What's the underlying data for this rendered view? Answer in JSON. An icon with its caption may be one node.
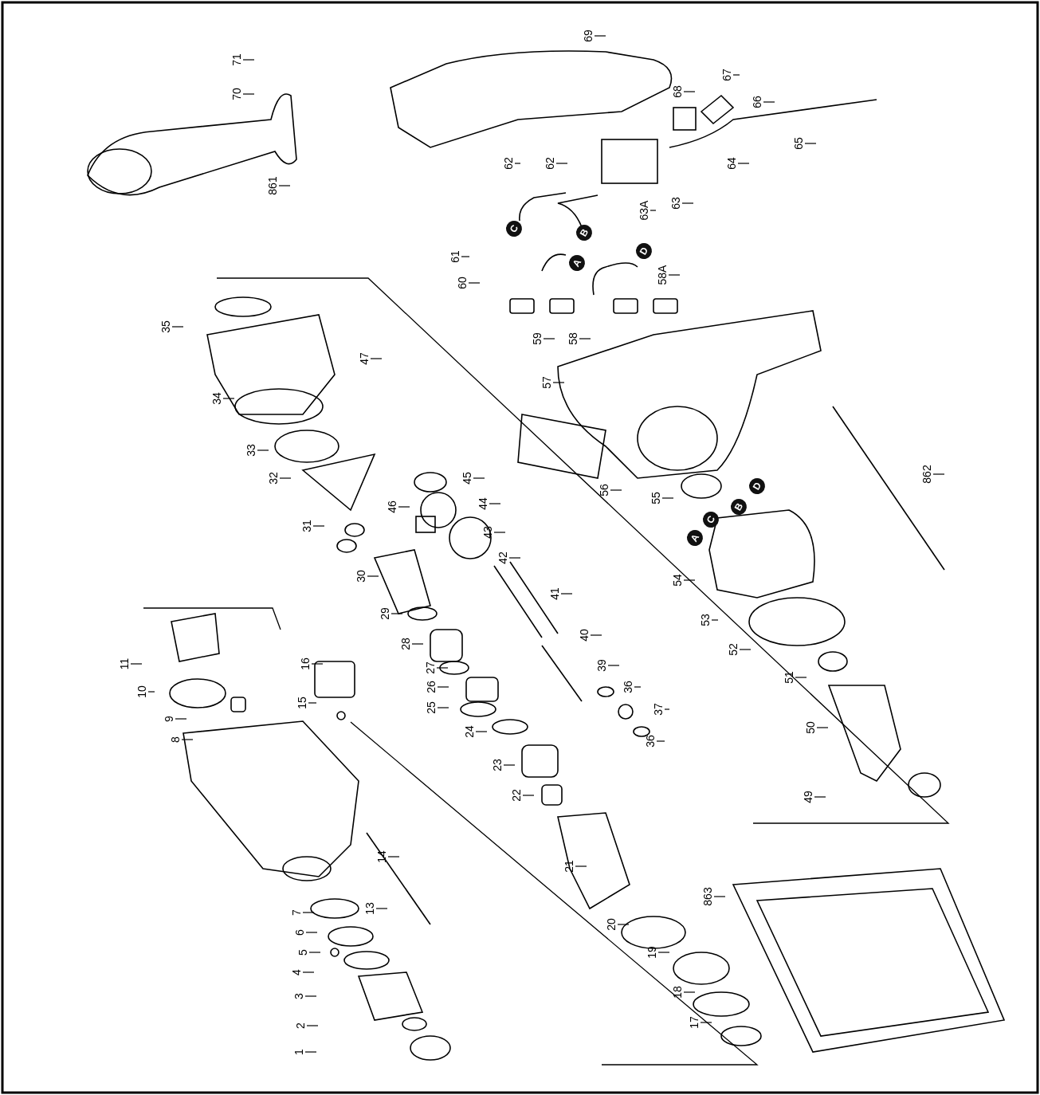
{
  "diagram": {
    "nodes": [
      {
        "text": [
          "71"
        ]
      },
      {
        "text": [
          "70"
        ]
      },
      {
        "text": [
          "69"
        ]
      },
      {
        "text": [
          "67"
        ]
      },
      {
        "text": [
          "66"
        ]
      },
      {
        "text": [
          "68"
        ]
      },
      {
        "text": [
          "65"
        ]
      },
      {
        "text": [
          "64"
        ]
      },
      {
        "text": [
          "63"
        ]
      },
      {
        "text": [
          "63A"
        ]
      },
      {
        "text": [
          "62"
        ]
      },
      {
        "text": [
          "62"
        ]
      },
      {
        "text": [
          "861"
        ]
      },
      {
        "text": [
          "61"
        ]
      },
      {
        "text": [
          "60"
        ]
      },
      {
        "text": [
          "58A"
        ]
      },
      {
        "text": [
          "59"
        ]
      },
      {
        "text": [
          "58"
        ]
      },
      {
        "text": [
          "57"
        ]
      },
      {
        "text": [
          "56"
        ]
      },
      {
        "text": [
          "55"
        ]
      },
      {
        "text": [
          "862"
        ]
      },
      {
        "text": [
          "35"
        ]
      },
      {
        "text": [
          "47"
        ]
      },
      {
        "text": [
          "34"
        ]
      },
      {
        "text": [
          "33"
        ]
      },
      {
        "text": [
          "32"
        ]
      },
      {
        "text": [
          "45"
        ]
      },
      {
        "text": [
          "44"
        ]
      },
      {
        "text": [
          "31"
        ]
      },
      {
        "text": [
          "46"
        ]
      },
      {
        "text": [
          "43"
        ]
      },
      {
        "text": [
          "42"
        ]
      },
      {
        "text": [
          "30"
        ]
      },
      {
        "text": [
          "41"
        ]
      },
      {
        "text": [
          "54"
        ]
      },
      {
        "text": [
          "29"
        ]
      },
      {
        "text": [
          "40"
        ]
      },
      {
        "text": [
          "53"
        ]
      },
      {
        "text": [
          "52"
        ]
      },
      {
        "text": [
          "28"
        ]
      },
      {
        "text": [
          "11"
        ]
      },
      {
        "text": [
          "16"
        ]
      },
      {
        "text": [
          "27"
        ]
      },
      {
        "text": [
          "39"
        ]
      },
      {
        "text": [
          "51"
        ]
      },
      {
        "text": [
          "10"
        ]
      },
      {
        "text": [
          "15"
        ]
      },
      {
        "text": [
          "26"
        ]
      },
      {
        "text": [
          "36"
        ]
      },
      {
        "text": [
          "25"
        ]
      },
      {
        "text": [
          "37"
        ]
      },
      {
        "text": [
          "9"
        ]
      },
      {
        "text": [
          "24"
        ]
      },
      {
        "text": [
          "36"
        ]
      },
      {
        "text": [
          "50"
        ]
      },
      {
        "text": [
          "8"
        ]
      },
      {
        "text": [
          "23"
        ]
      },
      {
        "text": [
          "22"
        ]
      },
      {
        "text": [
          "49"
        ]
      },
      {
        "text": [
          "14"
        ]
      },
      {
        "text": [
          "21"
        ]
      },
      {
        "text": [
          "863"
        ]
      },
      {
        "text": [
          "13"
        ]
      },
      {
        "text": [
          "20"
        ]
      },
      {
        "text": [
          "7"
        ]
      },
      {
        "text": [
          "6"
        ]
      },
      {
        "text": [
          "5"
        ]
      },
      {
        "text": [
          "4"
        ]
      },
      {
        "text": [
          "19"
        ]
      },
      {
        "text": [
          "3"
        ]
      },
      {
        "text": [
          "18"
        ]
      },
      {
        "text": [
          "2"
        ]
      },
      {
        "text": [
          "17"
        ]
      },
      {
        "text": [
          "1"
        ]
      },
      {
        "text": [
          "C"
        ]
      },
      {
        "text": [
          "B"
        ]
      },
      {
        "text": [
          "D"
        ]
      },
      {
        "text": [
          "A"
        ]
      },
      {
        "text": [
          "D"
        ]
      },
      {
        "text": [
          "B"
        ]
      },
      {
        "text": [
          "C"
        ]
      },
      {
        "text": [
          "A"
        ]
      }
    ],
    "edges": [
      {
        "from": 0,
        "to": null,
        "arrow": "none"
      },
      {
        "from": 1,
        "to": null,
        "arrow": "none"
      },
      {
        "from": 2,
        "to": null,
        "arrow": "none"
      },
      {
        "from": 3,
        "to": null,
        "arrow": "none"
      },
      {
        "from": 4,
        "to": null,
        "arrow": "none"
      },
      {
        "from": 5,
        "to": null,
        "arrow": "none"
      },
      {
        "from": 6,
        "to": null,
        "arrow": "none"
      },
      {
        "from": 7,
        "to": null,
        "arrow": "none"
      },
      {
        "from": 8,
        "to": null,
        "arrow": "none"
      },
      {
        "from": 9,
        "to": null,
        "arrow": "none"
      },
      {
        "from": 10,
        "to": null,
        "arrow": "none"
      },
      {
        "from": 11,
        "to": null,
        "arrow": "none"
      },
      {
        "from": 12,
        "to": null,
        "arrow": "none"
      },
      {
        "from": 13,
        "to": null,
        "arrow": "none"
      },
      {
        "from": 14,
        "to": null,
        "arrow": "none"
      },
      {
        "from": 15,
        "to": null,
        "arrow": "none"
      },
      {
        "from": 16,
        "to": null,
        "arrow": "none"
      },
      {
        "from": 17,
        "to": null,
        "arrow": "none"
      },
      {
        "from": 18,
        "to": null,
        "arrow": "none"
      },
      {
        "from": 19,
        "to": null,
        "arrow": "none"
      },
      {
        "from": 20,
        "to": null,
        "arrow": "none"
      },
      {
        "from": 21,
        "to": null,
        "arrow": "none"
      },
      {
        "from": 22,
        "to": null,
        "arrow": "none"
      },
      {
        "from": 23,
        "to": null,
        "arrow": "none"
      },
      {
        "from": 24,
        "to": null,
        "arrow": "none"
      },
      {
        "from": 25,
        "to": null,
        "arrow": "none"
      },
      {
        "from": 26,
        "to": null,
        "arrow": "none"
      },
      {
        "from": 27,
        "to": null,
        "arrow": "none"
      },
      {
        "from": 28,
        "to": null,
        "arrow": "none"
      },
      {
        "from": 29,
        "to": null,
        "arrow": "none"
      },
      {
        "from": 30,
        "to": null,
        "arrow": "none"
      },
      {
        "from": 31,
        "to": null,
        "arrow": "none"
      },
      {
        "from": 32,
        "to": null,
        "arrow": "none"
      },
      {
        "from": 33,
        "to": null,
        "arrow": "none"
      },
      {
        "from": 34,
        "to": null,
        "arrow": "none"
      },
      {
        "from": 35,
        "to": null,
        "arrow": "none"
      },
      {
        "from": 36,
        "to": null,
        "arrow": "none"
      },
      {
        "from": 37,
        "to": null,
        "arrow": "none"
      },
      {
        "from": 38,
        "to": null,
        "arrow": "none"
      },
      {
        "from": 39,
        "to": null,
        "arrow": "none"
      },
      {
        "from": 40,
        "to": null,
        "arrow": "none"
      },
      {
        "from": 41,
        "to": null,
        "arrow": "none"
      },
      {
        "from": 42,
        "to": null,
        "arrow": "none"
      },
      {
        "from": 43,
        "to": null,
        "arrow": "none"
      },
      {
        "from": 44,
        "to": null,
        "arrow": "none"
      },
      {
        "from": 45,
        "to": null,
        "arrow": "none"
      },
      {
        "from": 46,
        "to": null,
        "arrow": "none"
      },
      {
        "from": 47,
        "to": null,
        "arrow": "none"
      },
      {
        "from": 48,
        "to": null,
        "arrow": "none"
      },
      {
        "from": 49,
        "to": null,
        "arrow": "none"
      },
      {
        "from": 50,
        "to": null,
        "arrow": "none"
      },
      {
        "from": 51,
        "to": null,
        "arrow": "none"
      },
      {
        "from": 52,
        "to": null,
        "arrow": "none"
      },
      {
        "from": 53,
        "to": null,
        "arrow": "none"
      },
      {
        "from": 54,
        "to": null,
        "arrow": "none"
      },
      {
        "from": 55,
        "to": null,
        "arrow": "none"
      },
      {
        "from": 56,
        "to": null,
        "arrow": "none"
      },
      {
        "from": 57,
        "to": null,
        "arrow": "none"
      },
      {
        "from": 58,
        "to": null,
        "arrow": "none"
      },
      {
        "from": 59,
        "to": null,
        "arrow": "none"
      },
      {
        "from": 60,
        "to": null,
        "arrow": "none"
      },
      {
        "from": 61,
        "to": null,
        "arrow": "none"
      },
      {
        "from": 62,
        "to": null,
        "arrow": "none"
      },
      {
        "from": 63,
        "to": null,
        "arrow": "none"
      },
      {
        "from": 64,
        "to": null,
        "arrow": "none"
      },
      {
        "from": 65,
        "to": null,
        "arrow": "none"
      },
      {
        "from": 66,
        "to": null,
        "arrow": "none"
      },
      {
        "from": 67,
        "to": null,
        "arrow": "none"
      },
      {
        "from": 68,
        "to": null,
        "arrow": "none"
      },
      {
        "from": 69,
        "to": null,
        "arrow": "none"
      },
      {
        "from": 70,
        "to": null,
        "arrow": "none"
      },
      {
        "from": 71,
        "to": null,
        "arrow": "none"
      },
      {
        "from": 72,
        "to": null,
        "arrow": "none"
      },
      {
        "from": 73,
        "to": null,
        "arrow": "none"
      },
      {
        "from": 74,
        "to": null,
        "arrow": "none"
      }
    ]
  }
}
